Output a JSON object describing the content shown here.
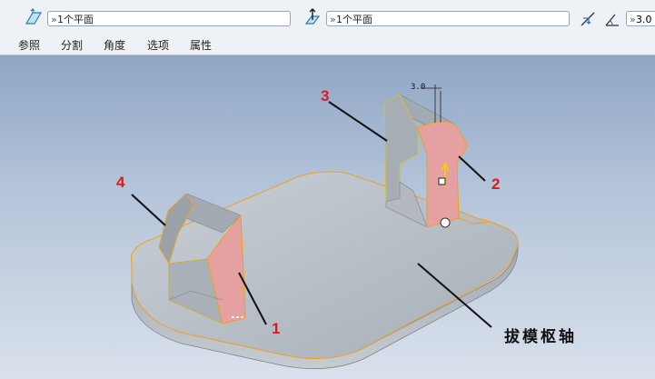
{
  "toolbar": {
    "ref1_value": "1个平面",
    "ref2_value": "1个平面",
    "angle_value": "3.0",
    "chevron": "»"
  },
  "tabs": [
    "参照",
    "分割",
    "角度",
    "选项",
    "属性"
  ],
  "viewport": {
    "callouts": [
      "1",
      "2",
      "3",
      "4"
    ],
    "annotation": "拔模枢轴",
    "dimension": "3.0"
  },
  "colors": {
    "toolbar_bg": "#eef1f5",
    "viewport_top": "#8fa6c4",
    "viewport_bottom": "#d9e1ec",
    "callout": "#e01818",
    "highlight_surface": "#e8a0a0",
    "selection_edge": "#ffb000"
  },
  "icons": [
    "draft-reference-icon",
    "pull-direction-icon",
    "flip-direction-icon",
    "draft-angle-icon"
  ]
}
